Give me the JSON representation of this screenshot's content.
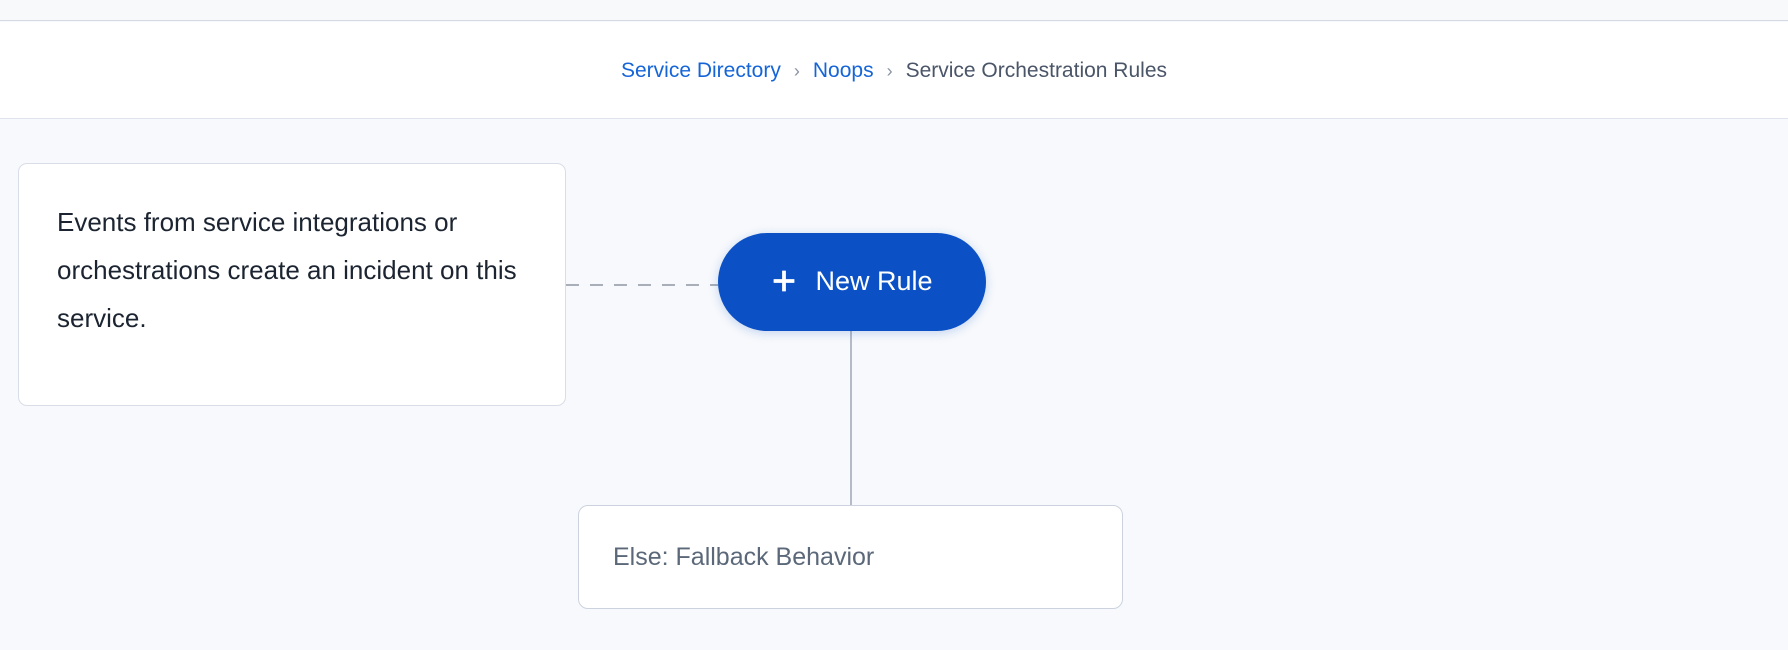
{
  "breadcrumb": {
    "separator": "›",
    "items": [
      {
        "label": "Service Directory",
        "type": "link"
      },
      {
        "label": "Noops",
        "type": "link"
      },
      {
        "label": "Service Orchestration Rules",
        "type": "current"
      }
    ]
  },
  "canvas": {
    "info_card": {
      "text": "Events from service integrations or orchestrations create an incident on this service."
    },
    "new_rule_button": {
      "label": "New Rule",
      "icon": "plus-icon"
    },
    "fallback_node": {
      "label": "Else: Fallback Behavior"
    },
    "connectors": {
      "dashed_label": "",
      "vertical_label": ""
    }
  },
  "colors": {
    "accent_blue": "#0b51c5",
    "link_blue": "#1565d8",
    "canvas_background": "#f7f9fc",
    "card_border": "#d8dde7",
    "connector_gray": "#b6bcc6",
    "muted_text": "#5b6879",
    "body_text": "#1b2430"
  }
}
